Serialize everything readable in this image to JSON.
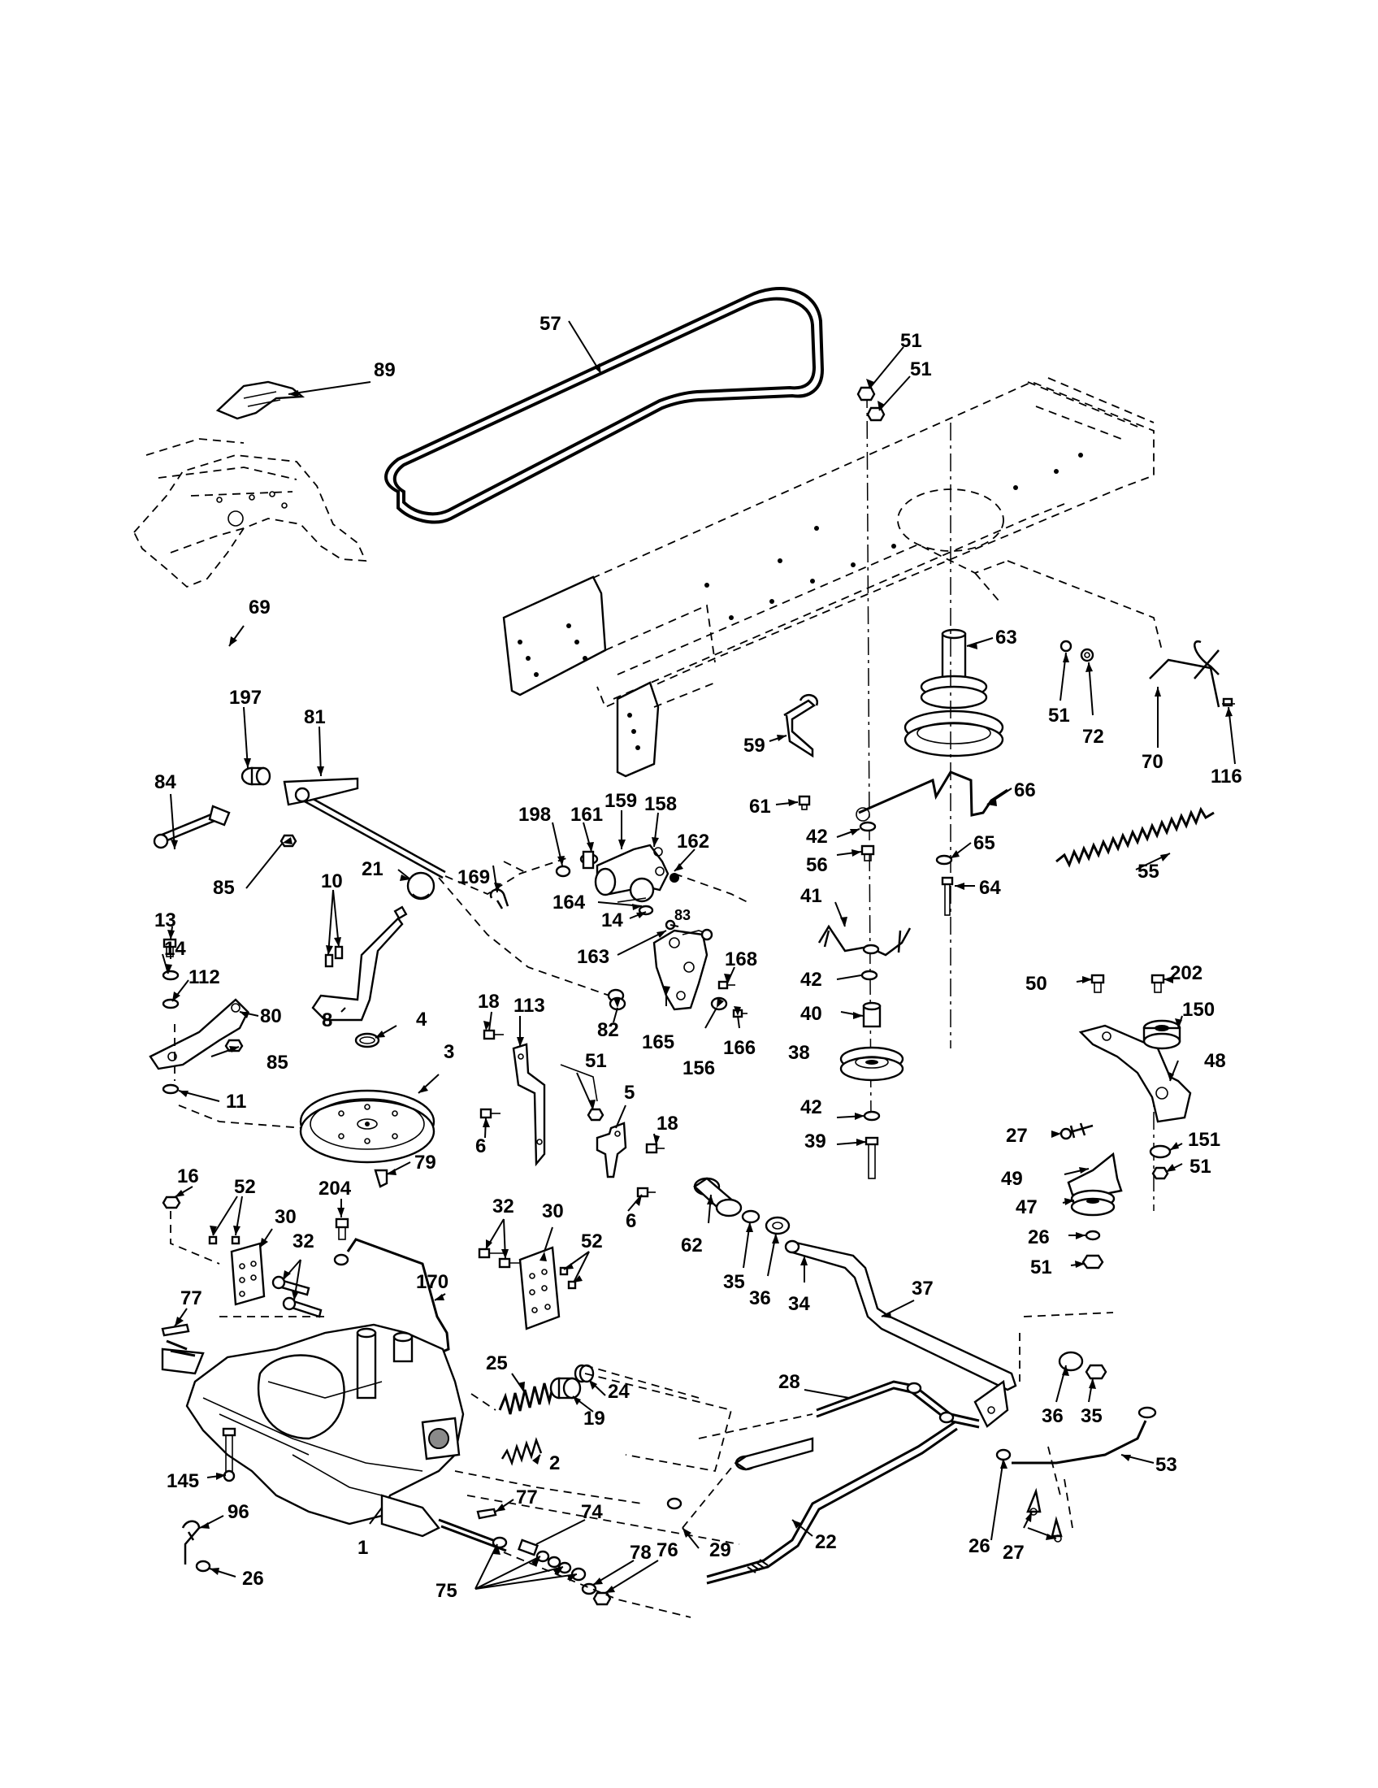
{
  "callouts": {
    "c57": "57",
    "c89": "89",
    "c51a": "51",
    "c51b": "51",
    "c69": "69",
    "c197": "197",
    "c81": "81",
    "c63": "63",
    "c51c": "51",
    "c72": "72",
    "c70": "70",
    "c116": "116",
    "c59": "59",
    "c61": "61",
    "c66": "66",
    "c84": "84",
    "c198": "198",
    "c161": "161",
    "c159": "159",
    "c158": "158",
    "c162": "162",
    "c42a": "42",
    "c56": "56",
    "c65": "65",
    "c55": "55",
    "c85a": "85",
    "c21": "21",
    "c169": "169",
    "c164": "164",
    "c14a": "14",
    "c83": "83",
    "c64": "64",
    "c10": "10",
    "c13": "13",
    "c14b": "14",
    "c112": "112",
    "c80": "80",
    "c8": "8",
    "c163": "163",
    "c168": "168",
    "c41": "41",
    "c42b": "42",
    "c50": "50",
    "c202": "202",
    "c18a": "18",
    "c113": "113",
    "c82": "82",
    "c165": "165",
    "c156": "156",
    "c166": "166",
    "c40": "40",
    "c150": "150",
    "c4": "4",
    "c3": "3",
    "c85b": "85",
    "c11": "11",
    "c51d": "51",
    "c38": "38",
    "c48": "48",
    "c5": "5",
    "c18b": "18",
    "c6a": "6",
    "c27a": "27",
    "c42c": "42",
    "c39": "39",
    "c151": "151",
    "c51e": "51",
    "c16": "16",
    "c79": "79",
    "c52a": "52",
    "c204": "204",
    "c30a": "30",
    "c32a": "32",
    "c6b": "6",
    "c49": "49",
    "c47": "47",
    "c26a": "26",
    "c32b": "32",
    "c30b": "30",
    "c52b": "52",
    "c62": "62",
    "c35a": "35",
    "c36a": "36",
    "c34": "34",
    "c37": "37",
    "c51f": "51",
    "c170": "170",
    "c77a": "77",
    "c25": "25",
    "c24": "24",
    "c19": "19",
    "c28": "28",
    "c36b": "36",
    "c35b": "35",
    "c2": "2",
    "c53": "53",
    "c145": "145",
    "c77b": "77",
    "c74": "74",
    "c29": "29",
    "c96": "96",
    "c78": "78",
    "c76": "76",
    "c22": "22",
    "c1": "1",
    "c26b": "26",
    "c27b": "27",
    "c26c": "26",
    "c75": "75"
  }
}
